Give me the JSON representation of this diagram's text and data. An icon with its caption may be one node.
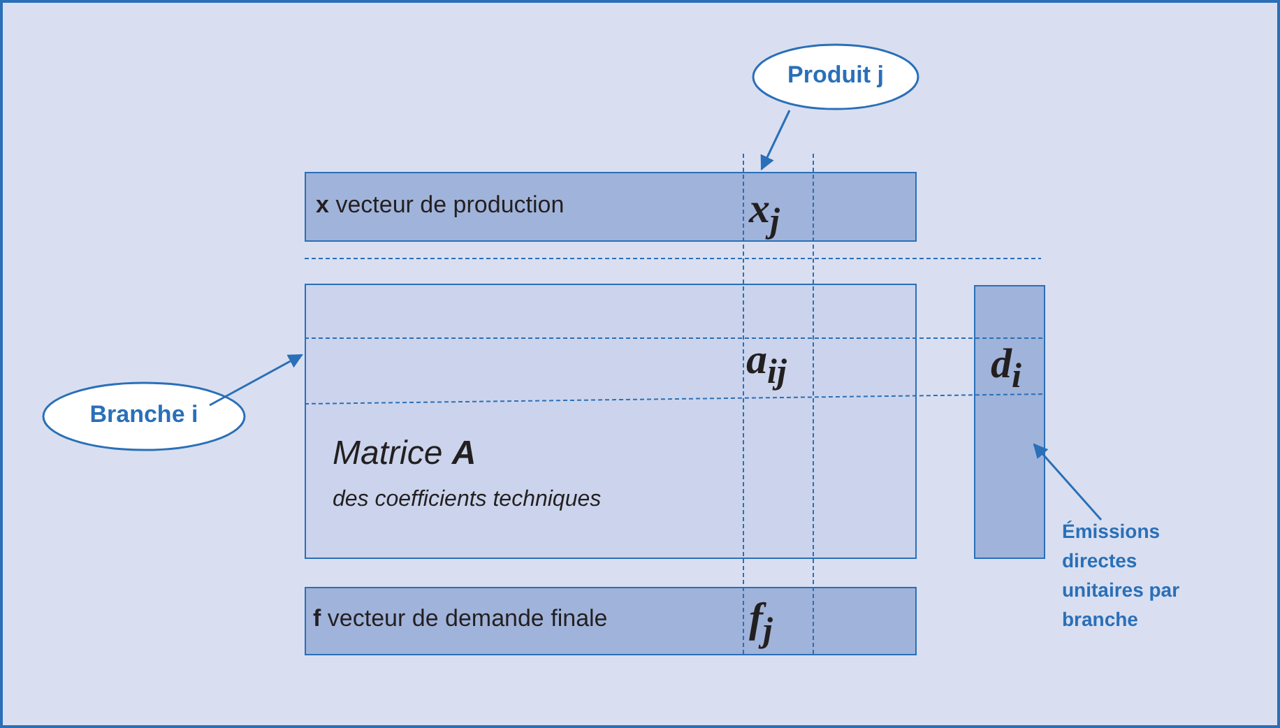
{
  "diagram": {
    "nodes": [
      {
        "text": [
          "Produit j"
        ]
      },
      {
        "text": [
          "**x** vecteur de production",
          "x$_{j}$"
        ]
      },
      {
        "text": [
          "Matrice **A**",
          "des coefficients techniques",
          "a$_{ij}$"
        ]
      },
      {
        "text": [
          "d$_{i}$"
        ]
      },
      {
        "text": [
          "**f** vecteur de demande finale",
          "f$_{j}$"
        ]
      },
      {
        "text": [
          "Branche i"
        ]
      },
      {
        "text": [
          "Émissions directes unitaires par branche"
        ]
      }
    ],
    "edges": [
      {
        "from": 0,
        "to": 1,
        "arrow": "to"
      },
      {
        "from": 5,
        "to": 2,
        "arrow": "to"
      },
      {
        "from": 6,
        "to": 3,
        "arrow": "to"
      }
    ]
  }
}
